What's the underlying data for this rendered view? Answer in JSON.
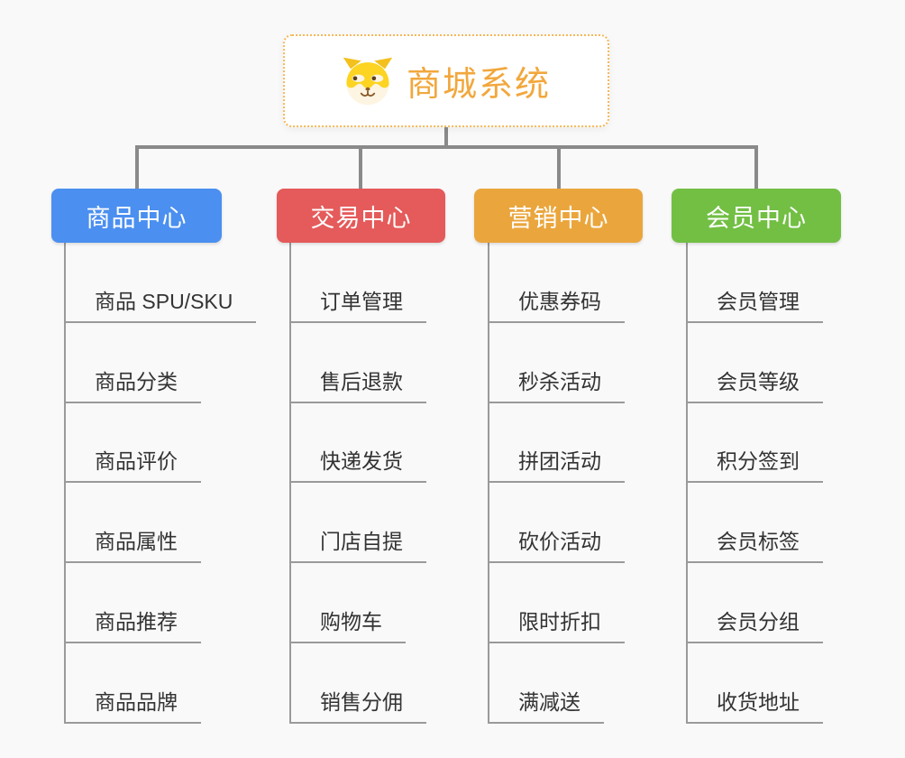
{
  "root": {
    "title": "商城系统",
    "icon": "dog-face-icon"
  },
  "branches": [
    {
      "label": "商品中心",
      "color": "#4b8ff0",
      "items": [
        "商品 SPU/SKU",
        "商品分类",
        "商品评价",
        "商品属性",
        "商品推荐",
        "商品品牌"
      ]
    },
    {
      "label": "交易中心",
      "color": "#e55a5a",
      "items": [
        "订单管理",
        "售后退款",
        "快递发货",
        "门店自提",
        "购物车",
        "销售分佣"
      ]
    },
    {
      "label": "营销中心",
      "color": "#eaa63d",
      "items": [
        "优惠券码",
        "秒杀活动",
        "拼团活动",
        "砍价活动",
        "限时折扣",
        "满减送"
      ]
    },
    {
      "label": "会员中心",
      "color": "#72bf44",
      "items": [
        "会员管理",
        "会员等级",
        "积分签到",
        "会员标签",
        "会员分组",
        "收货地址"
      ]
    }
  ],
  "colors": {
    "background": "#f9f9f9",
    "connector": "#8a8a8a",
    "underline": "#9a9a9a",
    "item_text": "#333333",
    "root_text": "#f2a73c",
    "root_border": "#f5b85a"
  }
}
